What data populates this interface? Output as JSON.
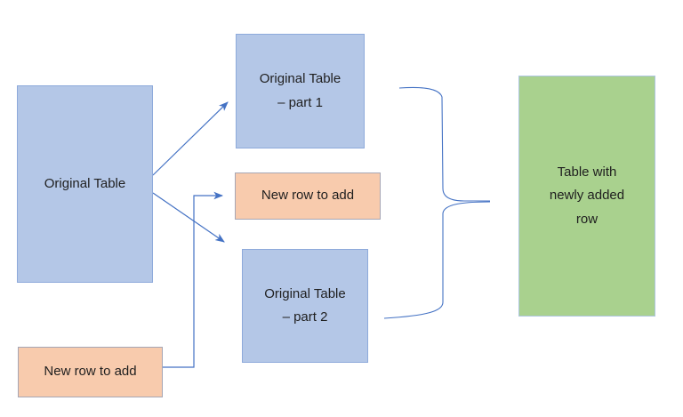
{
  "diagram": {
    "nodes": {
      "original_table": {
        "lines": [
          "Original Table"
        ]
      },
      "part1": {
        "lines": [
          "Original Table",
          "– part 1"
        ]
      },
      "new_row_mid": {
        "lines": [
          "New row to add"
        ]
      },
      "part2": {
        "lines": [
          "Original Table",
          "– part 2"
        ]
      },
      "new_row_source": {
        "lines": [
          "New row to add"
        ]
      },
      "result": {
        "lines": [
          "Table with",
          "newly added",
          "row"
        ]
      }
    },
    "colors": {
      "blue_fill": "#b4c7e7",
      "blue_border": "#8eaadb",
      "orange_fill": "#f8cbad",
      "orange_border": "#a6a6b4",
      "green_fill": "#a9d18e",
      "green_border": "#aec6e0",
      "connector_blue": "#4472c4",
      "text": "#1f1f1f",
      "background": "#ffffff"
    }
  }
}
